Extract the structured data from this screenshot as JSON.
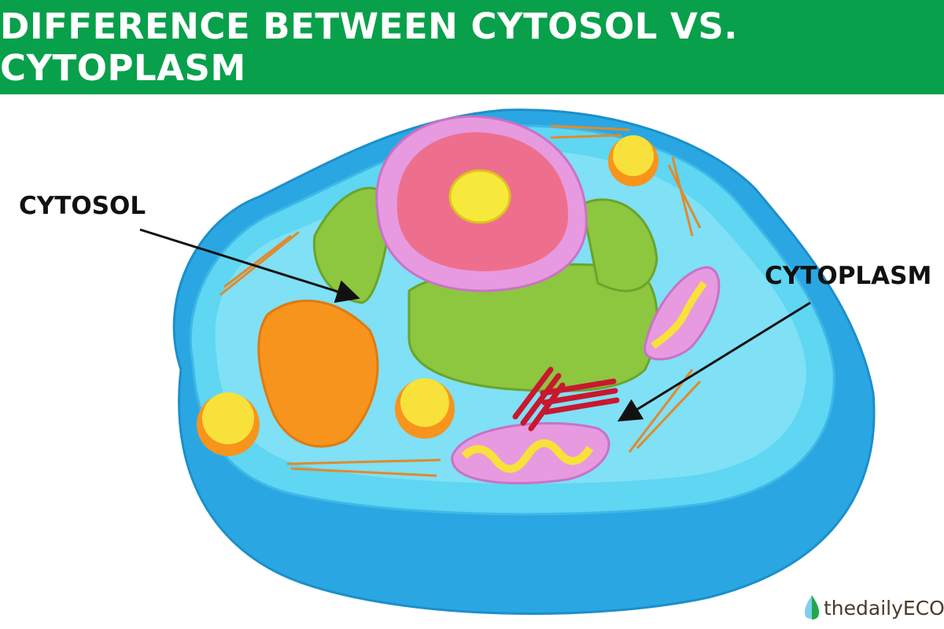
{
  "header": {
    "title": "DIFFERENCE BETWEEN CYTOSOL VS. CYTOPLASM"
  },
  "labels": {
    "cytosol": "CYTOSOL",
    "cytoplasm": "CYTOPLASM"
  },
  "logo": {
    "text": "thedailyECO"
  },
  "colors": {
    "header": "#08a04b",
    "cell_outer": "#2aa7e2",
    "cell_inner": "#5fd6f2",
    "nucleus": "#ee6f8d",
    "er": "#8dc63f",
    "golgi": "#f7941d"
  }
}
